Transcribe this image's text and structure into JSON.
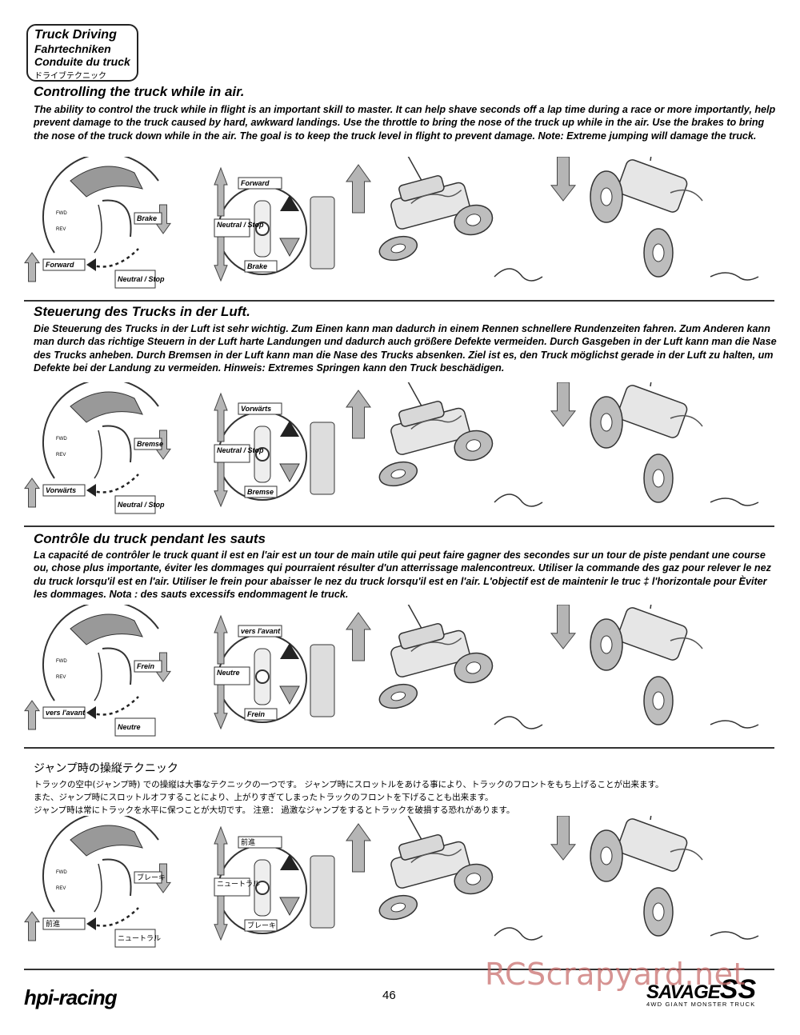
{
  "header_tab": {
    "en": "Truck Driving",
    "de": "Fahrtechniken",
    "fr": "Conduite du truck",
    "jp": "ドライブテクニック"
  },
  "sections": {
    "en": {
      "title": "Controlling the truck while in air.",
      "body": "The ability to control the truck while in flight  is an important skill to master. It can help shave seconds off a lap time during a race or more importantly, help prevent damage to the truck caused by hard, awkward landings. Use the throttle to bring the nose of the truck up while in the air. Use the brakes to bring the nose of the truck down while in the air. The goal is to keep the truck level in flight to prevent damage.  Note: Extreme jumping will damage the truck.",
      "labels": {
        "brake": "Brake",
        "forward": "Forward",
        "neutral": "Neutral / Stop",
        "wheel_forward": "Forward",
        "wheel_neutral": "Neutral / Stop",
        "wheel_brake": "Brake"
      }
    },
    "de": {
      "title": "Steuerung des Trucks in der Luft.",
      "body": "Die Steuerung des Trucks in der Luft ist sehr wichtig. Zum Einen kann man dadurch in einem Rennen schnellere Rundenzeiten fahren. Zum Anderen kann man durch das richtige Steuern in der Luft harte Landungen und dadurch auch größere Defekte vermeiden. Durch Gasgeben in der Luft kann man die Nase des Trucks anheben. Durch Bremsen in der Luft kann man die Nase des Trucks absenken. Ziel ist es, den Truck möglichst gerade in der Luft zu halten, um Defekte bei der Landung zu vermeiden. Hinweis: Extremes Springen kann den Truck beschädigen.",
      "labels": {
        "brake": "Bremse",
        "forward": "Vorwärts",
        "neutral": "Neutral / Stop",
        "wheel_forward": "Vorwärts",
        "wheel_neutral": "Neutral / Stop",
        "wheel_brake": "Bremse"
      }
    },
    "fr": {
      "title": "Contrôle du truck pendant les sauts",
      "body": "La capacité de contrôler le truck quant il est en l'air est un tour de main utile qui peut faire gagner des secondes sur un tour de piste pendant une course ou, chose plus importante, éviter les dommages qui pourraient résulter d'un atterrissage malencontreux. Utiliser la commande des gaz pour relever le nez du truck lorsqu'il est en l'air. Utiliser le frein pour abaisser le nez du truck lorsqu'il est en l'air. L'objectif est de maintenir le truc ‡ l'horizontale pour Èviter les dommages. Nota : des sauts excessifs endommagent le truck.",
      "labels": {
        "brake": "Frein",
        "forward": "vers l'avant",
        "neutral": "Neutre",
        "wheel_forward": "vers l'avant",
        "wheel_neutral": "Neutre",
        "wheel_brake": "Frein"
      }
    },
    "jp": {
      "title": "ジャンプ時の操縦テクニック",
      "line1": "トラックの空中(ジャンプ時) での操縦は大事なテクニックの一つです。 ジャンプ時にスロットルをあける事により、トラックのフロントをもち上げることが出来ます。",
      "line2": "また、ジャンプ時にスロットルオフすることにより、上がりすぎてしまったトラックのフロントを下げることも出来ます。",
      "line3": "ジャンプ時は常にトラックを水平に保つことが大切です。    注意： 過激なジャンプをするとトラックを破損する恐れがあります。",
      "labels": {
        "brake": "ブレーキ",
        "forward": "前進",
        "neutral": "ニュートラル",
        "wheel_forward": "前進",
        "wheel_neutral": "ニュートラル",
        "wheel_brake": "ブレーキ"
      }
    }
  },
  "transmitter_marks": {
    "fwd": "FWD",
    "rev": "REV"
  },
  "footer": {
    "logo": "hpi-racing",
    "page_number": "46",
    "product": "SAVAGE",
    "product_suffix": "SS",
    "product_sub": "4WD GIANT MONSTER TRUCK"
  },
  "watermark": "RCScrapyard.net"
}
